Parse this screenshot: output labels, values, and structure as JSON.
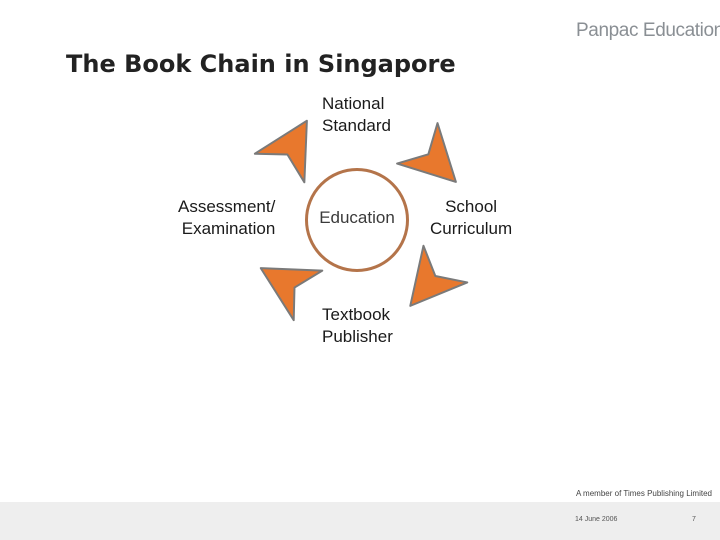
{
  "header": {
    "logo_text": "Panpac Education",
    "title": "The Book Chain in Singapore"
  },
  "diagram": {
    "center_label": "Education",
    "nodes": {
      "top": [
        "National",
        "Standard"
      ],
      "right": [
        "School",
        "Curriculum"
      ],
      "bottom": [
        "Textbook",
        "Publisher"
      ],
      "left": [
        "Assessment/",
        "Examination"
      ]
    },
    "arrow_color": "#e8782d",
    "ring_color": "#b4744a"
  },
  "footer": {
    "tagline": "A member of Times Publishing Limited",
    "date": "14 June 2006",
    "page": "7"
  }
}
